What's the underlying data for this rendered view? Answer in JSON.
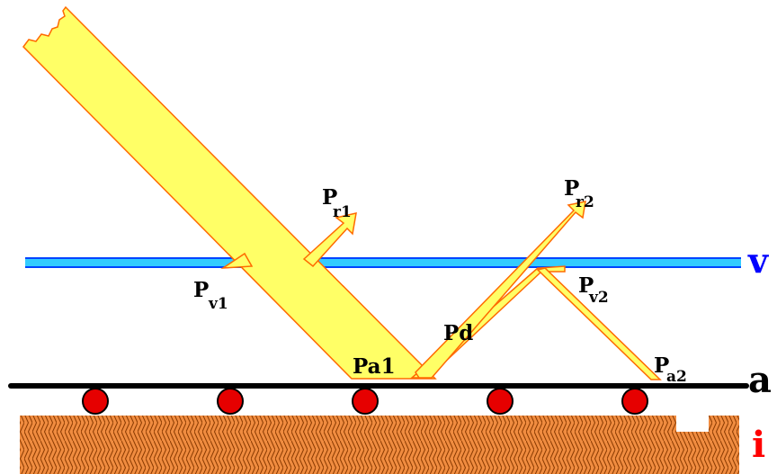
{
  "labels": {
    "pr1_main": "P",
    "pr1_sub": "r1",
    "pr2_main": "P",
    "pr2_sub": "r2",
    "pv1_main": "P",
    "pv1_sub": "v1",
    "pv2_main": "P",
    "pv2_sub": "v2",
    "pa2_main": "P",
    "pa2_sub": "a2",
    "pa1": "Pa1",
    "pd": "Pd"
  },
  "edge_labels": {
    "v": "v",
    "a": "a",
    "i": "i"
  },
  "colors": {
    "beam_fill": "#ffff66",
    "beam_stroke": "#ff6a00",
    "glass_line": "#33ccff",
    "glass_outline": "#0044ff",
    "absorber_line": "#000000",
    "tube": "#e60000",
    "insulation": "#f08c40",
    "insulation_hatch": "#8a3a00",
    "label_v": "#0000ff",
    "label_a": "#000000",
    "label_i": "#ff0000"
  }
}
